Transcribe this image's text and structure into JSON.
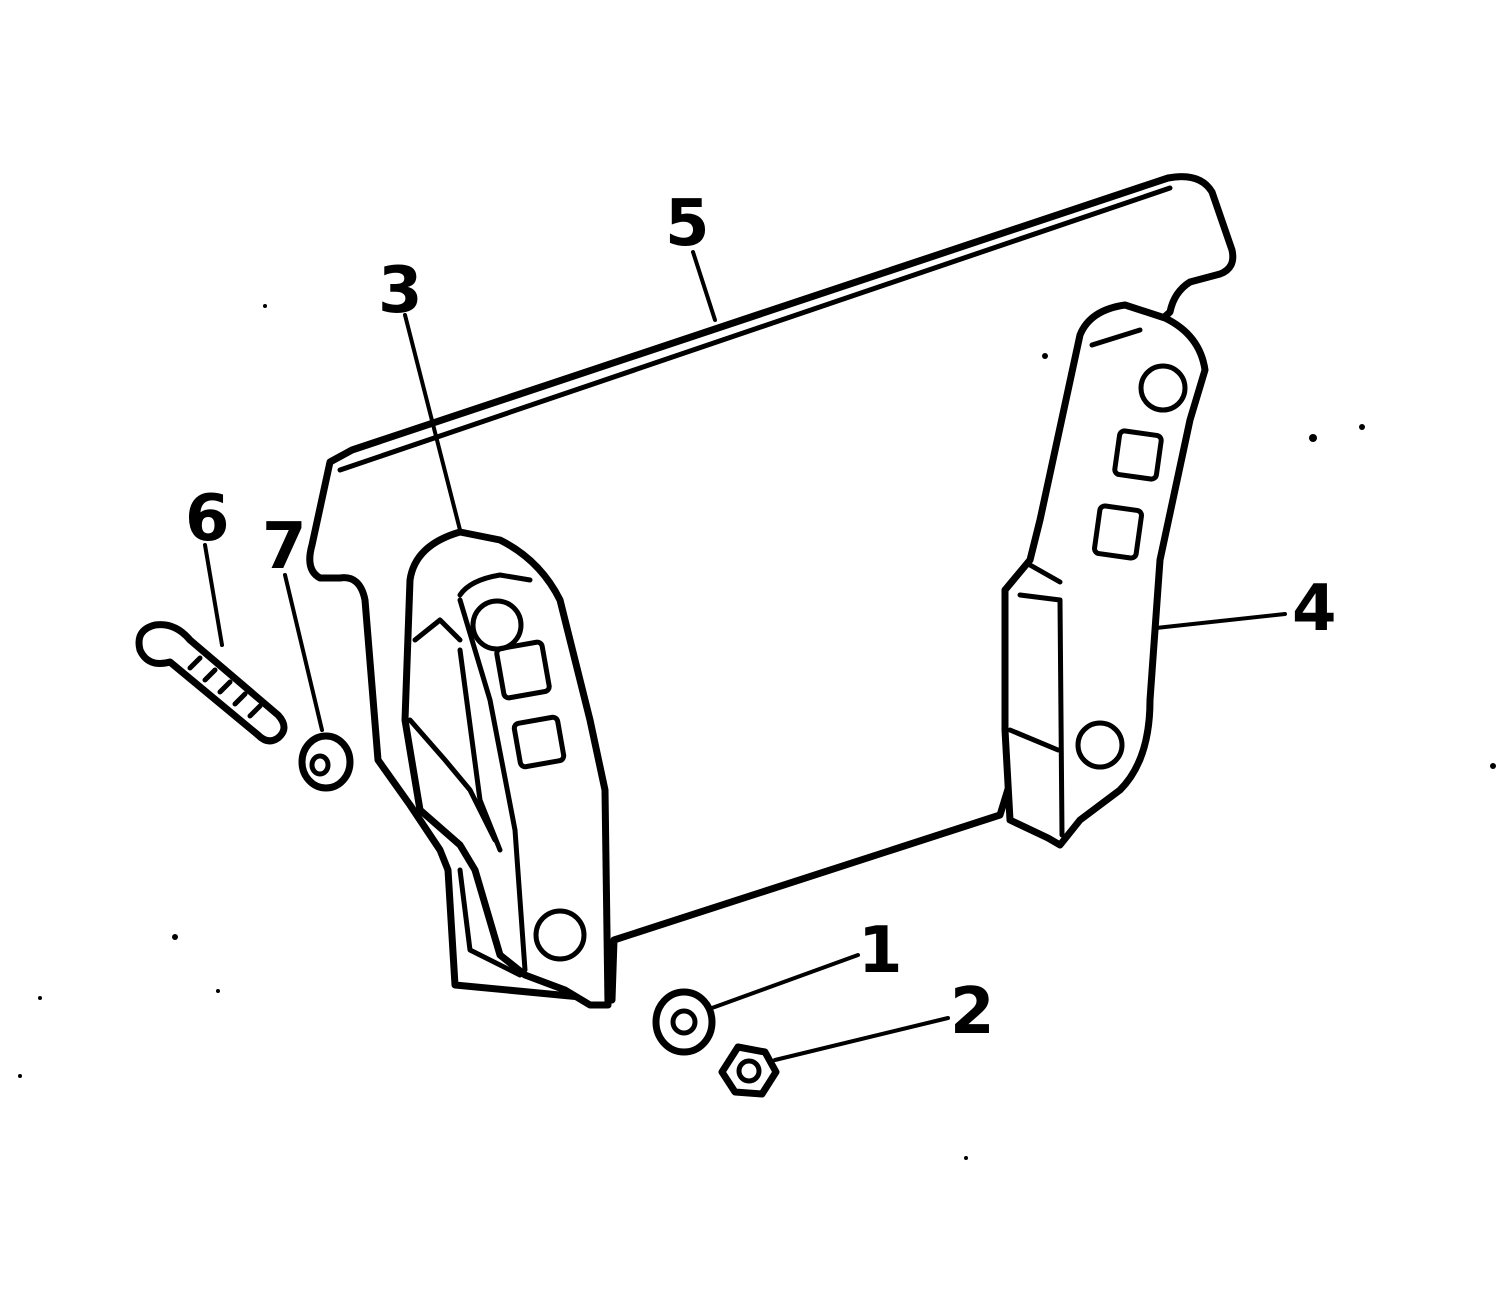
{
  "callouts": {
    "washer": "1",
    "nut": "2",
    "left_bracket": "3",
    "right_bracket": "4",
    "plate": "5",
    "screw": "6",
    "lock_washer": "7"
  },
  "colors": {
    "ink": "#000000",
    "paper": "#ffffff"
  }
}
